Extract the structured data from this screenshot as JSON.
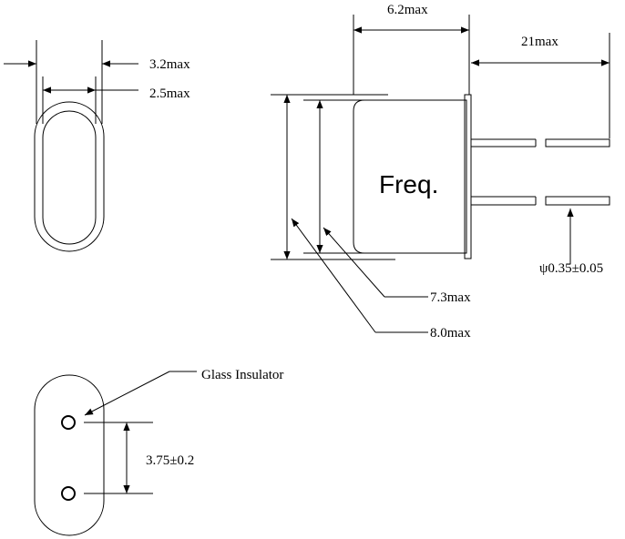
{
  "labels": {
    "top_width_outer": "3.2max",
    "top_width_inner": "2.5max",
    "length_62": "6.2max",
    "lead_length": "21max",
    "lead_diameter": "ψ0.35±0.05",
    "height_73": "7.3max",
    "height_80": "8.0max",
    "body_marking": "Freq.",
    "glass_insulator": "Glass Insulator",
    "pin_spacing": "3.75±0.2"
  }
}
